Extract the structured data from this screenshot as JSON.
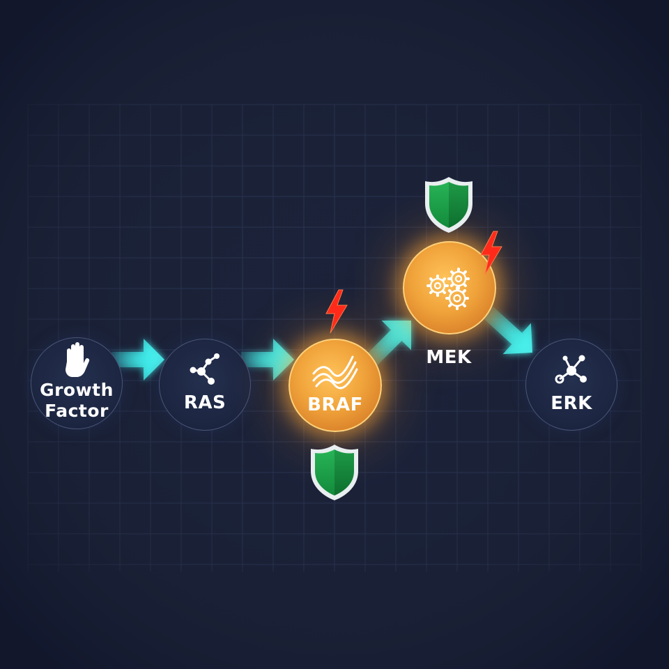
{
  "diagram": {
    "nodes": [
      {
        "id": "growth-factor",
        "label_line1": "Growth",
        "label_line2": "Factor",
        "icon": "hand-icon",
        "state": "normal"
      },
      {
        "id": "ras",
        "label": "RAS",
        "icon": "molecule-icon",
        "state": "normal"
      },
      {
        "id": "braf",
        "label": "BRAF",
        "icon": "wave-icon",
        "state": "activated"
      },
      {
        "id": "mek",
        "label": "MEK",
        "icon": "gears-icon",
        "state": "activated"
      },
      {
        "id": "erk",
        "label": "ERK",
        "icon": "molecule-icon",
        "state": "normal"
      }
    ],
    "edges": [
      {
        "from": "growth-factor",
        "to": "ras"
      },
      {
        "from": "ras",
        "to": "braf"
      },
      {
        "from": "braf",
        "to": "mek"
      },
      {
        "from": "mek",
        "to": "erk"
      }
    ],
    "markers": [
      {
        "node": "braf",
        "type": "lightning-icon"
      },
      {
        "node": "braf",
        "type": "shield-icon"
      },
      {
        "node": "mek",
        "type": "lightning-icon"
      },
      {
        "node": "mek",
        "type": "shield-icon"
      }
    ]
  },
  "colors": {
    "background": "#1b2238",
    "grid": "#2c3654",
    "arrow": "#3ff0ee",
    "activated_node": "#f0a33a",
    "lightning": "#ff2a1a",
    "shield": "#1fa04a"
  }
}
